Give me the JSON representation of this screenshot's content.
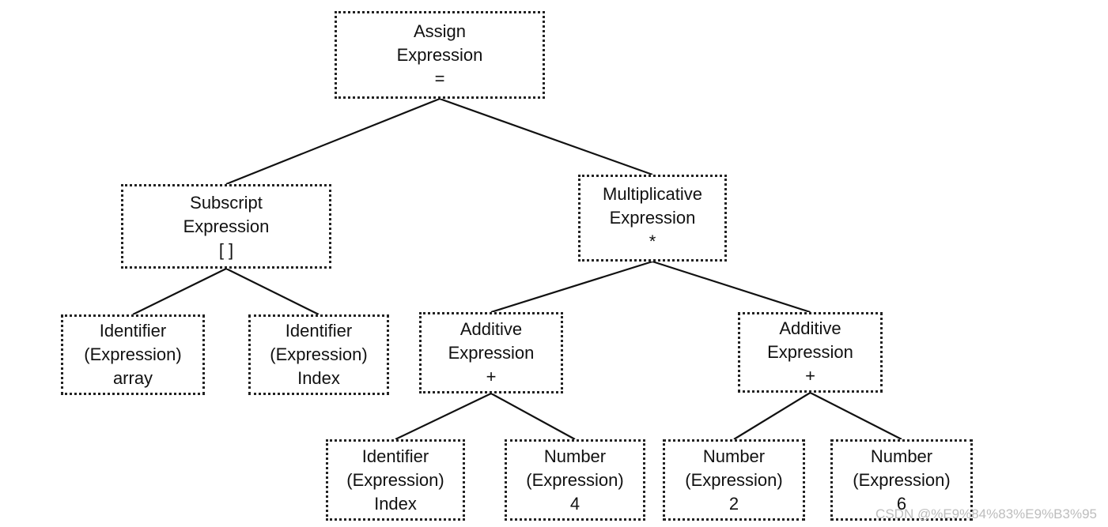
{
  "nodes": {
    "assign": {
      "line1": "Assign",
      "line2": "Expression",
      "line3": "="
    },
    "sub": {
      "line1": "Subscript",
      "line2": "Expression",
      "line3": "[ ]"
    },
    "mul": {
      "line1": "Multiplicative",
      "line2": "Expression",
      "line3": "*"
    },
    "id_array": {
      "line1": "Identifier",
      "line2": "(Expression)",
      "line3": "array"
    },
    "id_index": {
      "line1": "Identifier",
      "line2": "(Expression)",
      "line3": "Index"
    },
    "add_l": {
      "line1": "Additive",
      "line2": "Expression",
      "line3": "+"
    },
    "add_r": {
      "line1": "Additive",
      "line2": "Expression",
      "line3": "+"
    },
    "id_idx2": {
      "line1": "Identifier",
      "line2": "(Expression)",
      "line3": "Index"
    },
    "num_4": {
      "line1": "Number",
      "line2": "(Expression)",
      "line3": "4"
    },
    "num_2": {
      "line1": "Number",
      "line2": "(Expression)",
      "line3": "2"
    },
    "num_6": {
      "line1": "Number",
      "line2": "(Expression)",
      "line3": "6"
    }
  },
  "edges": [
    [
      "assign",
      "sub"
    ],
    [
      "assign",
      "mul"
    ],
    [
      "sub",
      "id_array"
    ],
    [
      "sub",
      "id_index"
    ],
    [
      "mul",
      "add_l"
    ],
    [
      "mul",
      "add_r"
    ],
    [
      "add_l",
      "id_idx2"
    ],
    [
      "add_l",
      "num_4"
    ],
    [
      "add_r",
      "num_2"
    ],
    [
      "add_r",
      "num_6"
    ]
  ],
  "watermark": "CSDN @%E9%84%83%E9%B3%95",
  "colors": {
    "line": "#111111",
    "border": "#222222",
    "watermark": "#bdbdbd"
  }
}
